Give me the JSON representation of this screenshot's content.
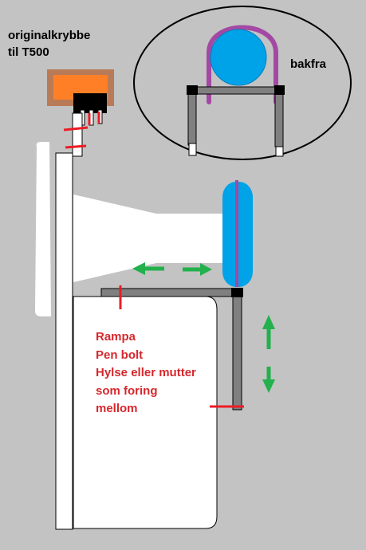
{
  "labels": {
    "title_line1": "originalkrybbe",
    "title_line2": "til T500",
    "view": "bakfra"
  },
  "note": {
    "line1": "Rampa",
    "line2": "Pen bolt",
    "line3": "Hylse eller mutter",
    "line4": "som foring",
    "line5": "mellom"
  },
  "colors": {
    "background": "#c3c3c3",
    "white": "#ffffff",
    "frame": "#808080",
    "black": "#000000",
    "orange": "#ff7f27",
    "brown": "#b97a57",
    "red": "#ed1c24",
    "purple": "#a349a4",
    "blue": "#00a2e8",
    "green": "#22b14c",
    "note_text": "#d6282d"
  },
  "icons": {
    "horizontal_arrows": "double-arrow-left-right",
    "vertical_arrows": "double-arrow-up-down"
  }
}
